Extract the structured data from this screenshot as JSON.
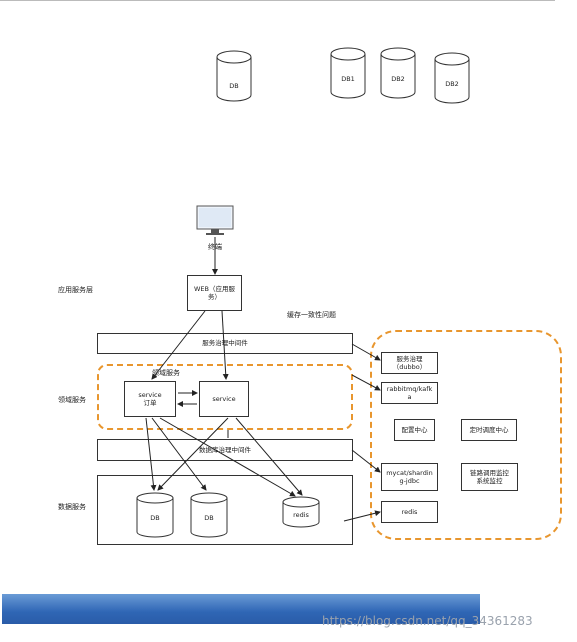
{
  "top_dbs": {
    "db": "DB",
    "db1": "DB1",
    "db2a": "DB2",
    "db2b": "DB2"
  },
  "terminal": {
    "label": "终端"
  },
  "web": {
    "label": "WEB（应用服务）"
  },
  "layers": {
    "app": "应用服务层",
    "domain": "领域服务",
    "data": "数据服务"
  },
  "cache_note": "缓存一致性问题",
  "service_bus": "服务治理中间件",
  "domain_note": "领域服务",
  "service_order": {
    "line1": "service",
    "line2": "订单"
  },
  "service": "service",
  "db_mw": "数据库治理中间件",
  "db_left": "DB",
  "db_mid": "DB",
  "redis": "redis",
  "right": {
    "dubbo": {
      "line1": "服务治理",
      "line2": "（dubbo）"
    },
    "mq": "rabbitmq/kafka",
    "config": "配置中心",
    "schedule": "定时调度中心",
    "mycat": "mycat/sharding-jdbc",
    "trace": {
      "line1": "链路调用监控",
      "line2": "系统监控"
    },
    "redis": "redis"
  },
  "watermark": "https://blog.csdn.net/qq_34361283"
}
